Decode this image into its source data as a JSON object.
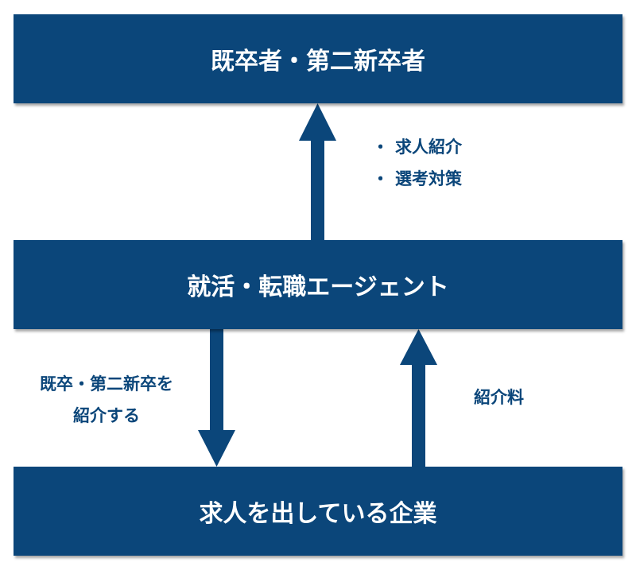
{
  "colors": {
    "box_fill": "#0b467a",
    "box_text": "#ffffff",
    "label_text": "#0b467a",
    "arrow": "#0b467a"
  },
  "boxes": {
    "top": "既卒者・第二新卒者",
    "middle": "就活・転職エージェント",
    "bottom": "求人を出している企業"
  },
  "labels": {
    "upper": {
      "bullet": "・",
      "items": [
        "求人紹介",
        "選考対策"
      ]
    },
    "left": {
      "lines": [
        "既卒・第二新卒を",
        "紹介する"
      ]
    },
    "right": "紹介料"
  },
  "arrows": [
    {
      "from": "middle",
      "to": "top",
      "label": "upper"
    },
    {
      "from": "middle",
      "to": "bottom",
      "label": "left"
    },
    {
      "from": "bottom",
      "to": "middle",
      "label": "right"
    }
  ]
}
